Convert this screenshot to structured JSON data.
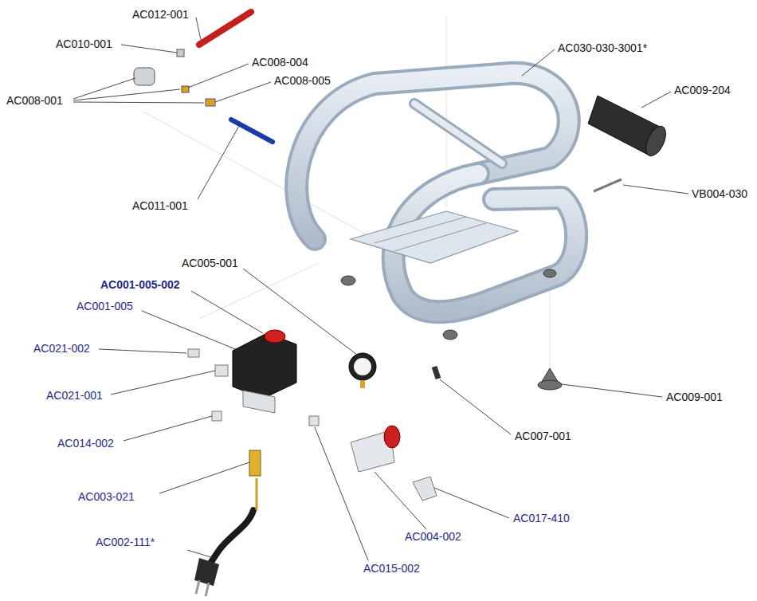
{
  "diagram": {
    "labels": [
      "AC012-001",
      "AC010-001",
      "AC008-004",
      "AC008-005",
      "AC008-001",
      "AC011-001",
      "AC030-030-3001*",
      "AC009-204",
      "VB004-030",
      "AC005-001",
      "AC001-005-002",
      "AC001-005",
      "AC021-002",
      "AC021-001",
      "AC014-002",
      "AC003-021",
      "AC002-111*",
      "AC015-002",
      "AC004-002",
      "AC017-410",
      "AC007-001",
      "AC009-001"
    ]
  }
}
